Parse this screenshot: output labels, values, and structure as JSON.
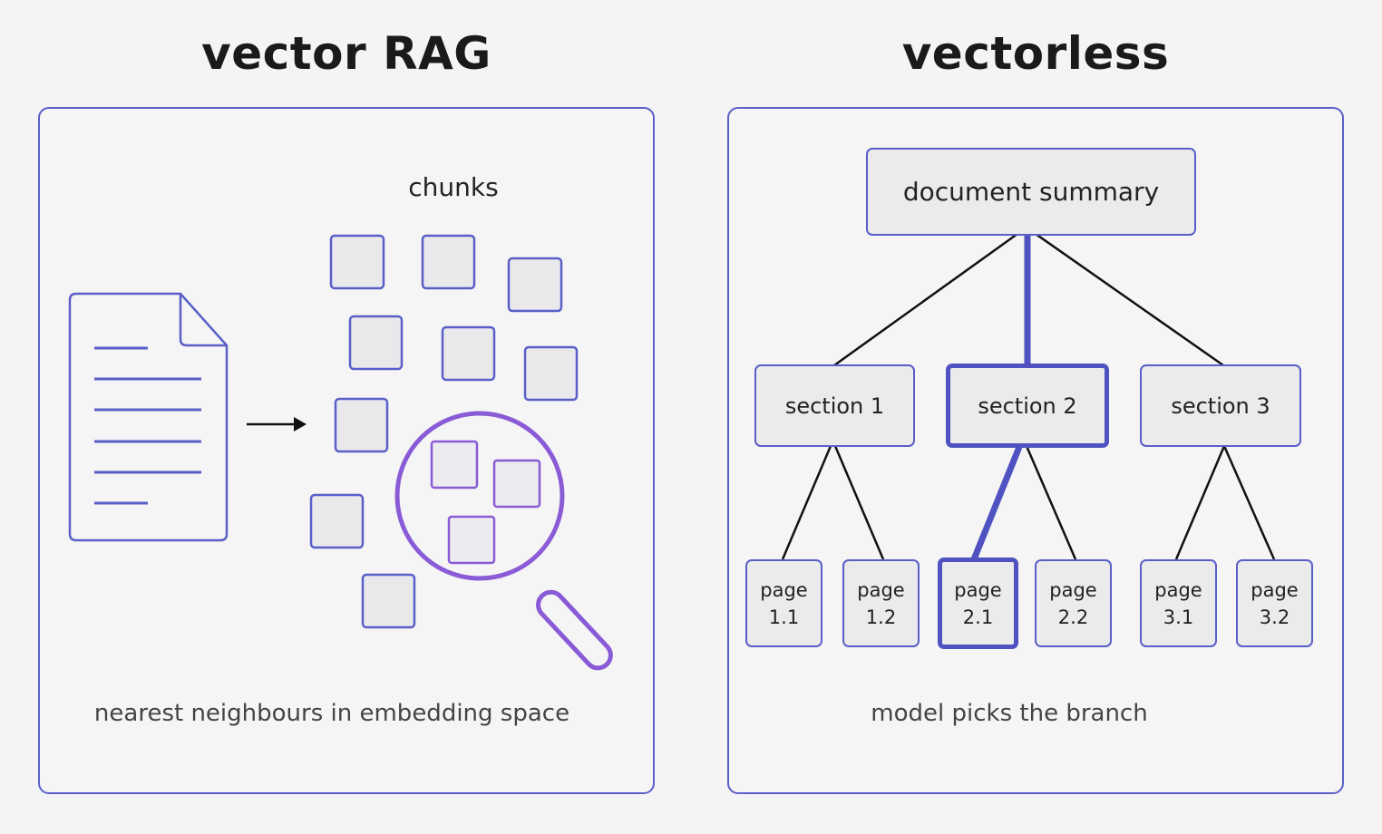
{
  "left": {
    "title": "vector RAG",
    "chunks_label": "chunks",
    "caption": "nearest neighbours in embedding space"
  },
  "right": {
    "title": "vectorless",
    "root": "document summary",
    "sections": [
      {
        "label": "section 1",
        "pages": [
          "page\n1.1",
          "page\n1.2"
        ]
      },
      {
        "label": "section 2",
        "pages": [
          "page\n2.1",
          "page\n2.2"
        ]
      },
      {
        "label": "section 3",
        "pages": [
          "page\n3.1",
          "page\n3.2"
        ]
      }
    ],
    "highlighted_path": [
      "document summary",
      "section 2",
      "page 2.1"
    ],
    "caption": "model picks the branch"
  },
  "colors": {
    "border": "#5a5fc8",
    "highlight": "#4f52c0",
    "magnifier": "#8a5bd6",
    "node_fill": "#ebebeb"
  }
}
